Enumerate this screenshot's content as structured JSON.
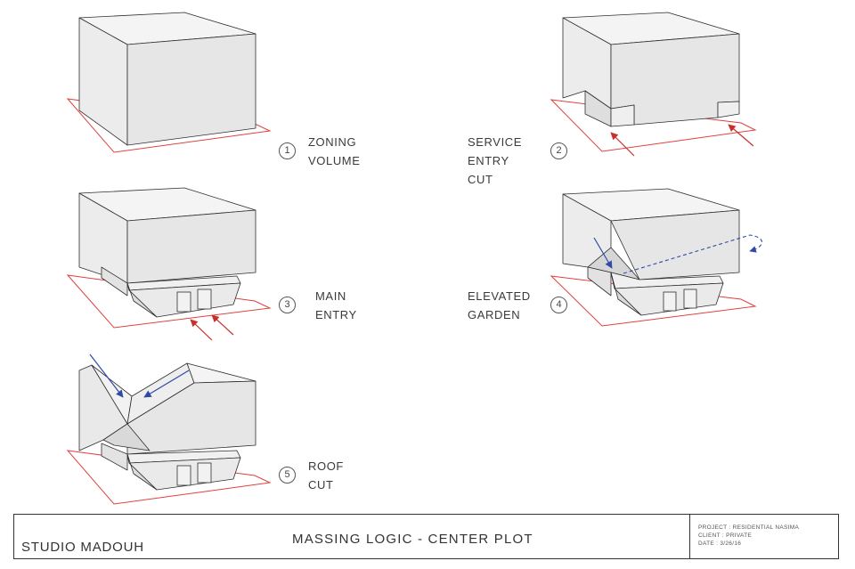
{
  "colors": {
    "plot_outline": "#e0403c",
    "entry_arrow": "#c8302c",
    "garden_arrow": "#2f4ba6",
    "box_front": "#ececec",
    "box_right": "#e5e5e5",
    "box_top": "#f4f4f4"
  },
  "steps": [
    {
      "num": "1",
      "label": "ZONING\nVOLUME"
    },
    {
      "num": "2",
      "label": "SERVICE\nENTRY\nCUT"
    },
    {
      "num": "3",
      "label": "MAIN\nENTRY"
    },
    {
      "num": "4",
      "label": "ELEVATED\nGARDEN"
    },
    {
      "num": "5",
      "label": "ROOF\nCUT"
    }
  ],
  "title_block": {
    "studio": "STUDIO MADOUH",
    "title": "MASSING LOGIC - CENTER PLOT",
    "project": "PROJECT : RESIDENTIAL NASIMA",
    "client": "CLIENT : PRIVATE",
    "date": "DATE : 3/26/16"
  }
}
